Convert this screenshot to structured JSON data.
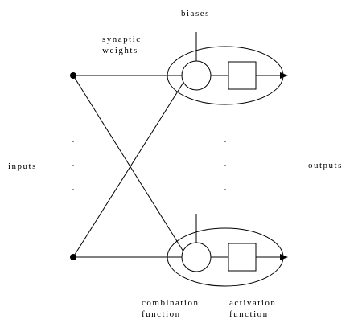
{
  "labels": {
    "biases": "biases",
    "synaptic_line1": "synaptic",
    "synaptic_line2": "weights",
    "inputs": "inputs",
    "outputs": "outputs",
    "combination_line1": "combination",
    "combination_line2": "function",
    "activation_line1": "activation",
    "activation_line2": "function"
  }
}
